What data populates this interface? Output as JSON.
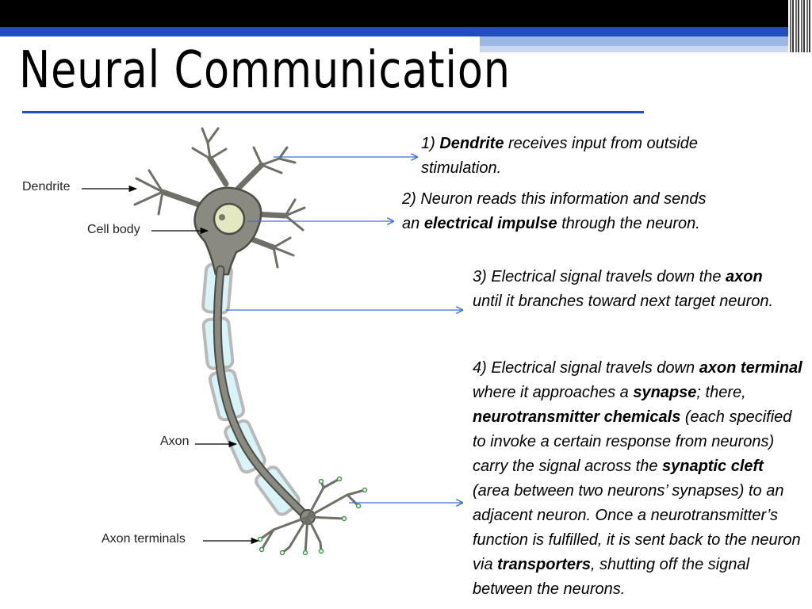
{
  "slide": {
    "title": "Neural Communication"
  },
  "figure_labels": {
    "dendrite": "Dendrite",
    "cell_body": "Cell body",
    "axon": "Axon",
    "axon_terminals": "Axon terminals"
  },
  "notes": {
    "n1": {
      "num": "1) ",
      "b1": "Dendrite",
      "t1": " receives input from outside stimulation."
    },
    "n2": {
      "t0": "2) Neuron reads this information and sends an ",
      "b1": "electrical impulse",
      "t1": " through the neuron."
    },
    "n3": {
      "t0": "3) Electrical signal travels down the ",
      "b1": "axon",
      "t1": " until it branches toward next target neuron."
    },
    "n4": {
      "t0": "4) Electrical signal travels down ",
      "b1": "axon terminal",
      "t1": " where it approaches a ",
      "b2": "synapse",
      "t2": "; there, ",
      "b3": "neurotransmitter chemicals",
      "t3": " (each specified to invoke a certain response from neurons) carry the signal across the ",
      "b4": "synaptic cleft",
      "t4": " (area between two neurons’ synapses) to an adjacent neuron. Once a neurotransmitter’s function is fulfilled, it is sent back to the neuron via ",
      "b5": "transporters",
      "t5": ", shutting off the signal between the neurons."
    }
  },
  "colors": {
    "accent_blue": "#1f4fbf",
    "arrow_blue": "#3a6fd8",
    "neuron_gray": "#8a8a80",
    "myelin": "#d8f4f8",
    "nucleus": "#e4e8c0"
  }
}
